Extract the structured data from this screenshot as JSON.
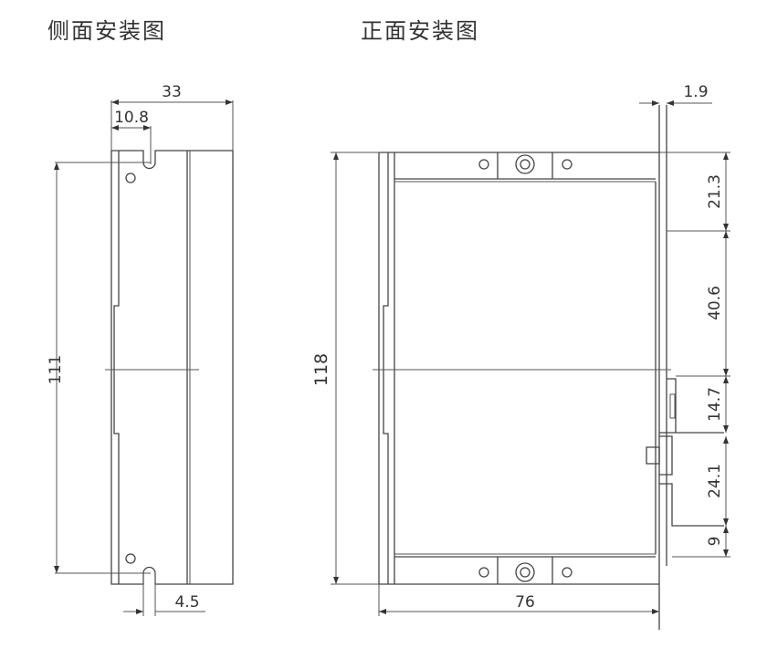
{
  "titles": {
    "side": "侧面安装图",
    "front": "正面安装图"
  },
  "side_view": {
    "dims": {
      "width": "33",
      "slot_offset": "10.8",
      "hole_pitch": "111",
      "slot_width": "4.5"
    }
  },
  "front_view": {
    "dims": {
      "height": "118",
      "width": "76",
      "offset": "1.9",
      "d1": "21.3",
      "d2": "40.6",
      "d3": "14.7",
      "d4": "24.1",
      "d5": "9"
    }
  }
}
